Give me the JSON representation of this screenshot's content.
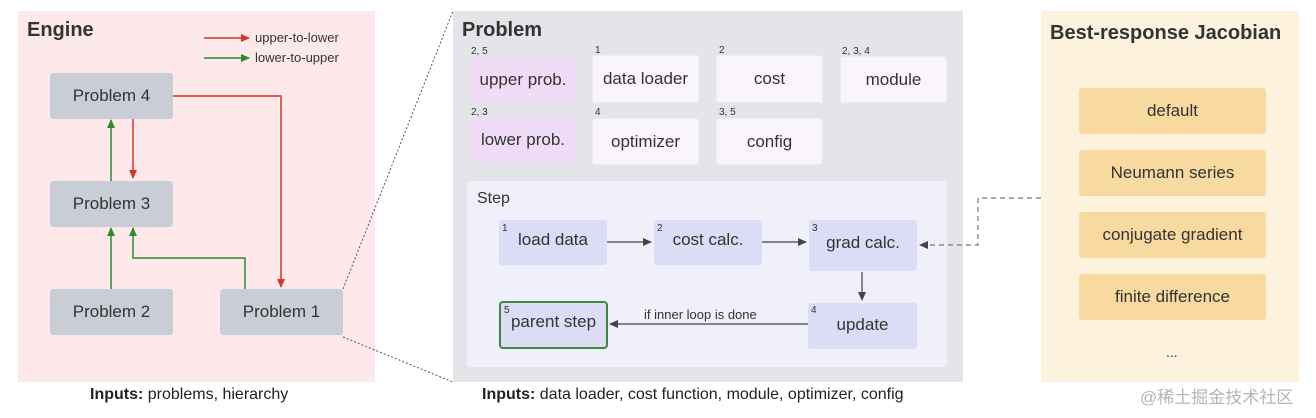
{
  "engine": {
    "title": "Engine",
    "legend": {
      "upper_to_lower": "upper-to-lower",
      "lower_to_upper": "lower-to-upper"
    },
    "nodes": {
      "p4": "Problem 4",
      "p3": "Problem 3",
      "p2": "Problem 2",
      "p1": "Problem 1"
    },
    "caption_bold": "Inputs:",
    "caption_rest": " problems, hierarchy"
  },
  "problem": {
    "title": "Problem",
    "components": [
      {
        "label": "upper prob.",
        "sup": "2, 5"
      },
      {
        "label": "data loader",
        "sup": "1"
      },
      {
        "label": "cost",
        "sup": "2"
      },
      {
        "label": "module",
        "sup": "2, 3, 4"
      },
      {
        "label": "lower prob.",
        "sup": "2, 3"
      },
      {
        "label": "optimizer",
        "sup": "4"
      },
      {
        "label": "config",
        "sup": "3, 5"
      }
    ],
    "step": {
      "title": "Step",
      "nodes": [
        {
          "label": "load data",
          "sup": "1"
        },
        {
          "label": "cost calc.",
          "sup": "2"
        },
        {
          "label": "grad calc.",
          "sup": "3"
        },
        {
          "label": "update",
          "sup": "4"
        },
        {
          "label": "parent step",
          "sup": "5"
        }
      ],
      "loop_label": "if inner loop is done"
    },
    "caption_bold": "Inputs:",
    "caption_rest": " data loader, cost function, module, optimizer, config"
  },
  "jacobian": {
    "title": "Best-response Jacobian",
    "items": [
      "default",
      "Neumann series",
      "conjugate gradient",
      "finite difference"
    ],
    "ellipsis": "..."
  },
  "watermark": "@稀土掘金技术社区",
  "colors": {
    "red": "#d9362b",
    "green": "#2e8b2e",
    "engine_bg": "#fde9e9",
    "problem_bg": "#e3e5e8",
    "jacobian_bg": "#fdf2dd"
  }
}
